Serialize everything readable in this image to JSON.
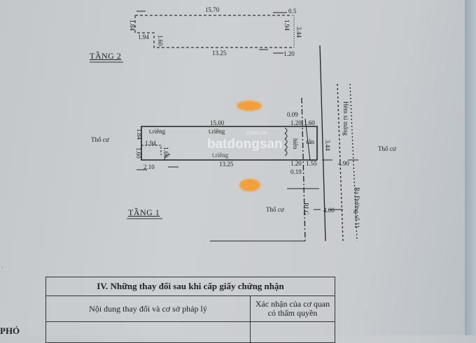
{
  "floor2": {
    "title": "TẦNG 2",
    "dims": {
      "top": "15.70",
      "right_top": "0.5",
      "left": "1.84",
      "step": "1.94",
      "step_v": "1.60",
      "bottom": "13.25",
      "bottom_right": "1.20",
      "right_inner": "1.94",
      "right": "3.44"
    }
  },
  "floor1": {
    "title": "TẦNG 1",
    "dims": {
      "top": "15.00",
      "left_top": "1.84",
      "left_bottom": "1.60",
      "step": "1.94",
      "step_v": "1.60",
      "bottom_left": "2.10",
      "bottom": "13.25",
      "top_a": "0.09",
      "top_b": "1.20",
      "top_c": "1.60",
      "right": "3.44",
      "bot_a": "1.20",
      "bot_b": "1.55",
      "bot_c": "0.19",
      "lane_width": "4.90",
      "road_width": "4.00"
    },
    "labels": {
      "rieng1": "t.riêng",
      "rieng2": "t.riêng",
      "rieng3": "t.riêng",
      "hien": "hiên",
      "san": "sân",
      "tho_cu_left": "Thổ cư",
      "tho_cu_right": "Thổ cư",
      "tho_cu_bottom": "Thổ cư",
      "rlg": "RLG",
      "lane": "Hẻm xi măng",
      "road": "Ra Đường số 11"
    }
  },
  "watermark": {
    "brand": "batdongsan",
    "domain": ".com.vn"
  },
  "table": {
    "heading": "IV. Những thay đổi sau khi cấp giấy chứng nhận",
    "col1": "Nội dung thay đổi và cơ sở pháp lý",
    "col2": "Xác nhận của cơ quan có thẩm quyền"
  },
  "side_text": "PHÓ",
  "colors": {
    "redaction": "#f2a13a",
    "paper": "#cdd0d2"
  }
}
